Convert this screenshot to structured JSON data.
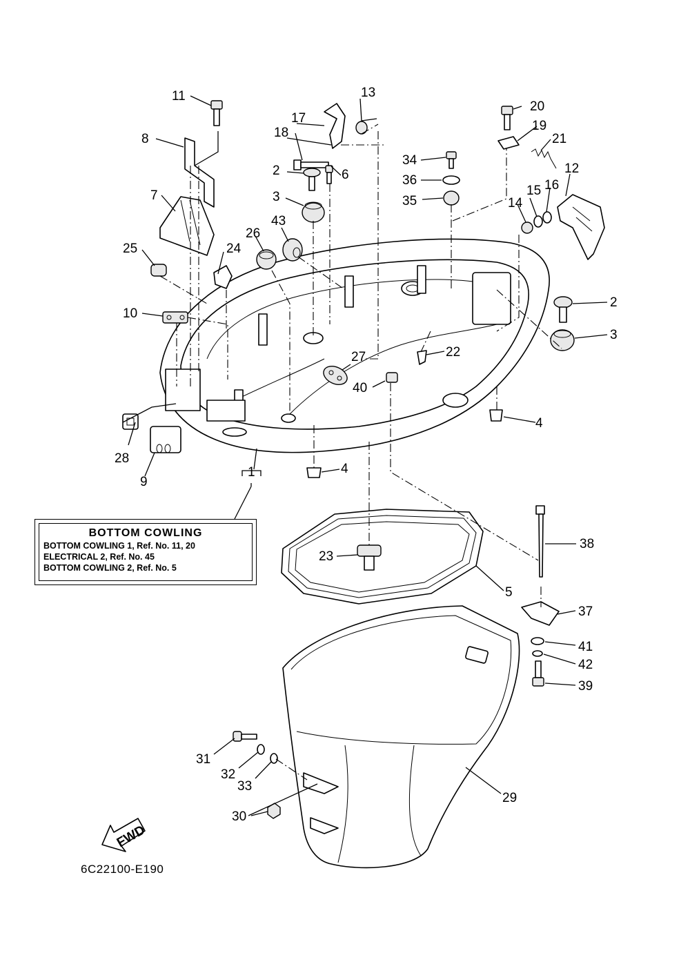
{
  "legend": {
    "title": "BOTTOM  COWLING",
    "lines": [
      "BOTTOM COWLING 1,  Ref. No. 11, 20",
      "ELECTRICAL 2,  Ref. No. 45",
      "BOTTOM COWLING 2,  Ref. No. 5"
    ]
  },
  "doc_code": "6C22100-E190",
  "fwd_label": "FWD",
  "callouts": [
    "1",
    "2",
    "2",
    "3",
    "3",
    "4",
    "4",
    "5",
    "6",
    "7",
    "8",
    "9",
    "10",
    "11",
    "12",
    "13",
    "14",
    "15",
    "16",
    "17",
    "18",
    "19",
    "20",
    "21",
    "22",
    "23",
    "24",
    "25",
    "26",
    "27",
    "28",
    "29",
    "30",
    "31",
    "32",
    "33",
    "34",
    "35",
    "36",
    "37",
    "38",
    "39",
    "40",
    "41",
    "42",
    "43"
  ]
}
